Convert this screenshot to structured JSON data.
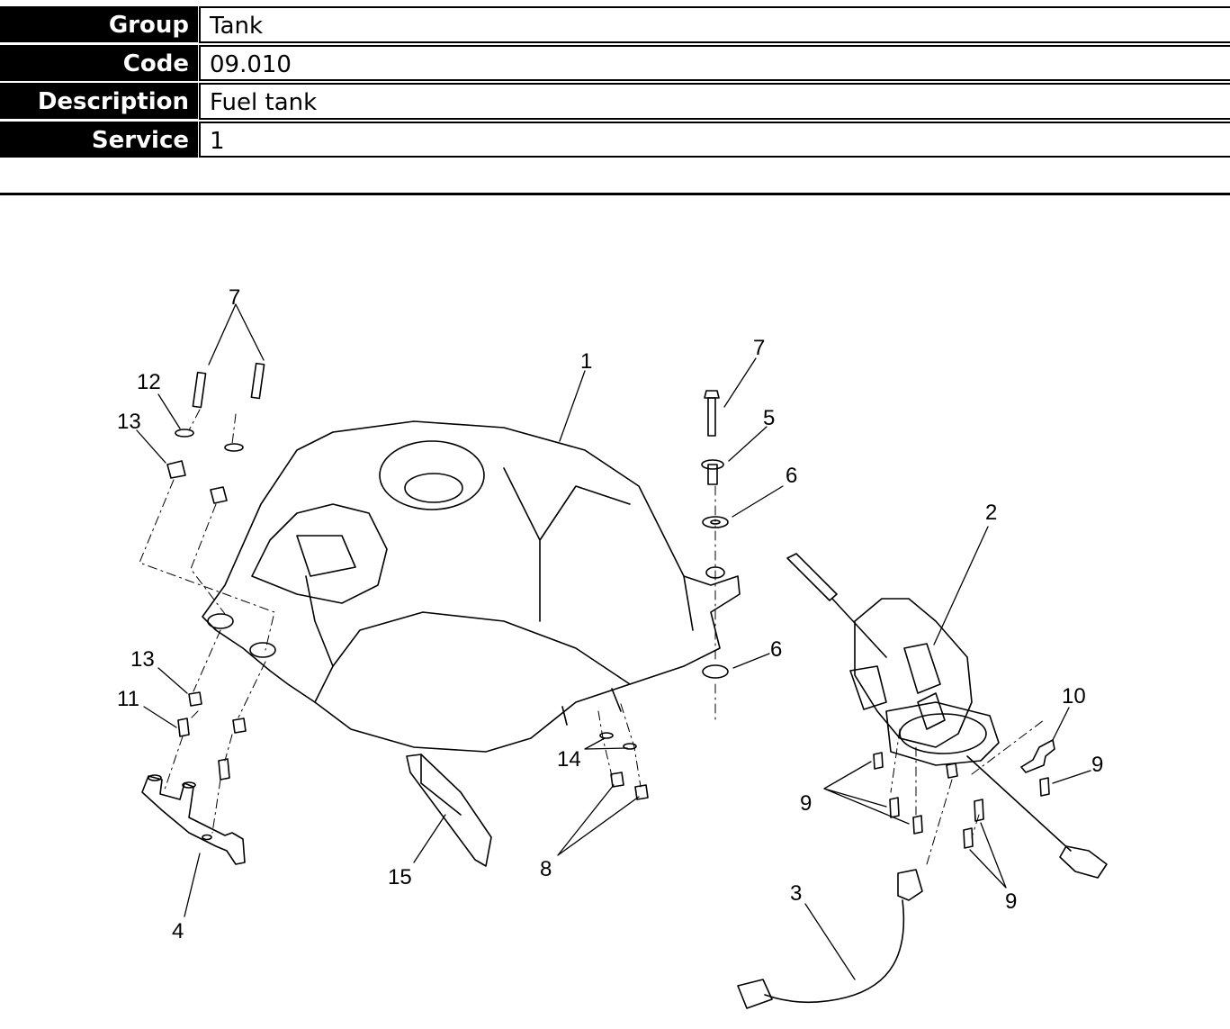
{
  "header": {
    "group_label": "Group",
    "group_value": "Tank",
    "code_label": "Code",
    "code_value": "09.010",
    "description_label": "Description",
    "description_value": "Fuel tank",
    "service_label": "Service",
    "service_value": "1"
  },
  "callouts": {
    "c1": "1",
    "c2": "2",
    "c3": "3",
    "c4": "4",
    "c5": "5",
    "c6a": "6",
    "c6b": "6",
    "c7a": "7",
    "c7b": "7",
    "c8": "8",
    "c9a": "9",
    "c9b": "9",
    "c9c": "9",
    "c10": "10",
    "c11": "11",
    "c12": "12",
    "c13a": "13",
    "c13b": "13",
    "c14": "14",
    "c15": "15"
  }
}
